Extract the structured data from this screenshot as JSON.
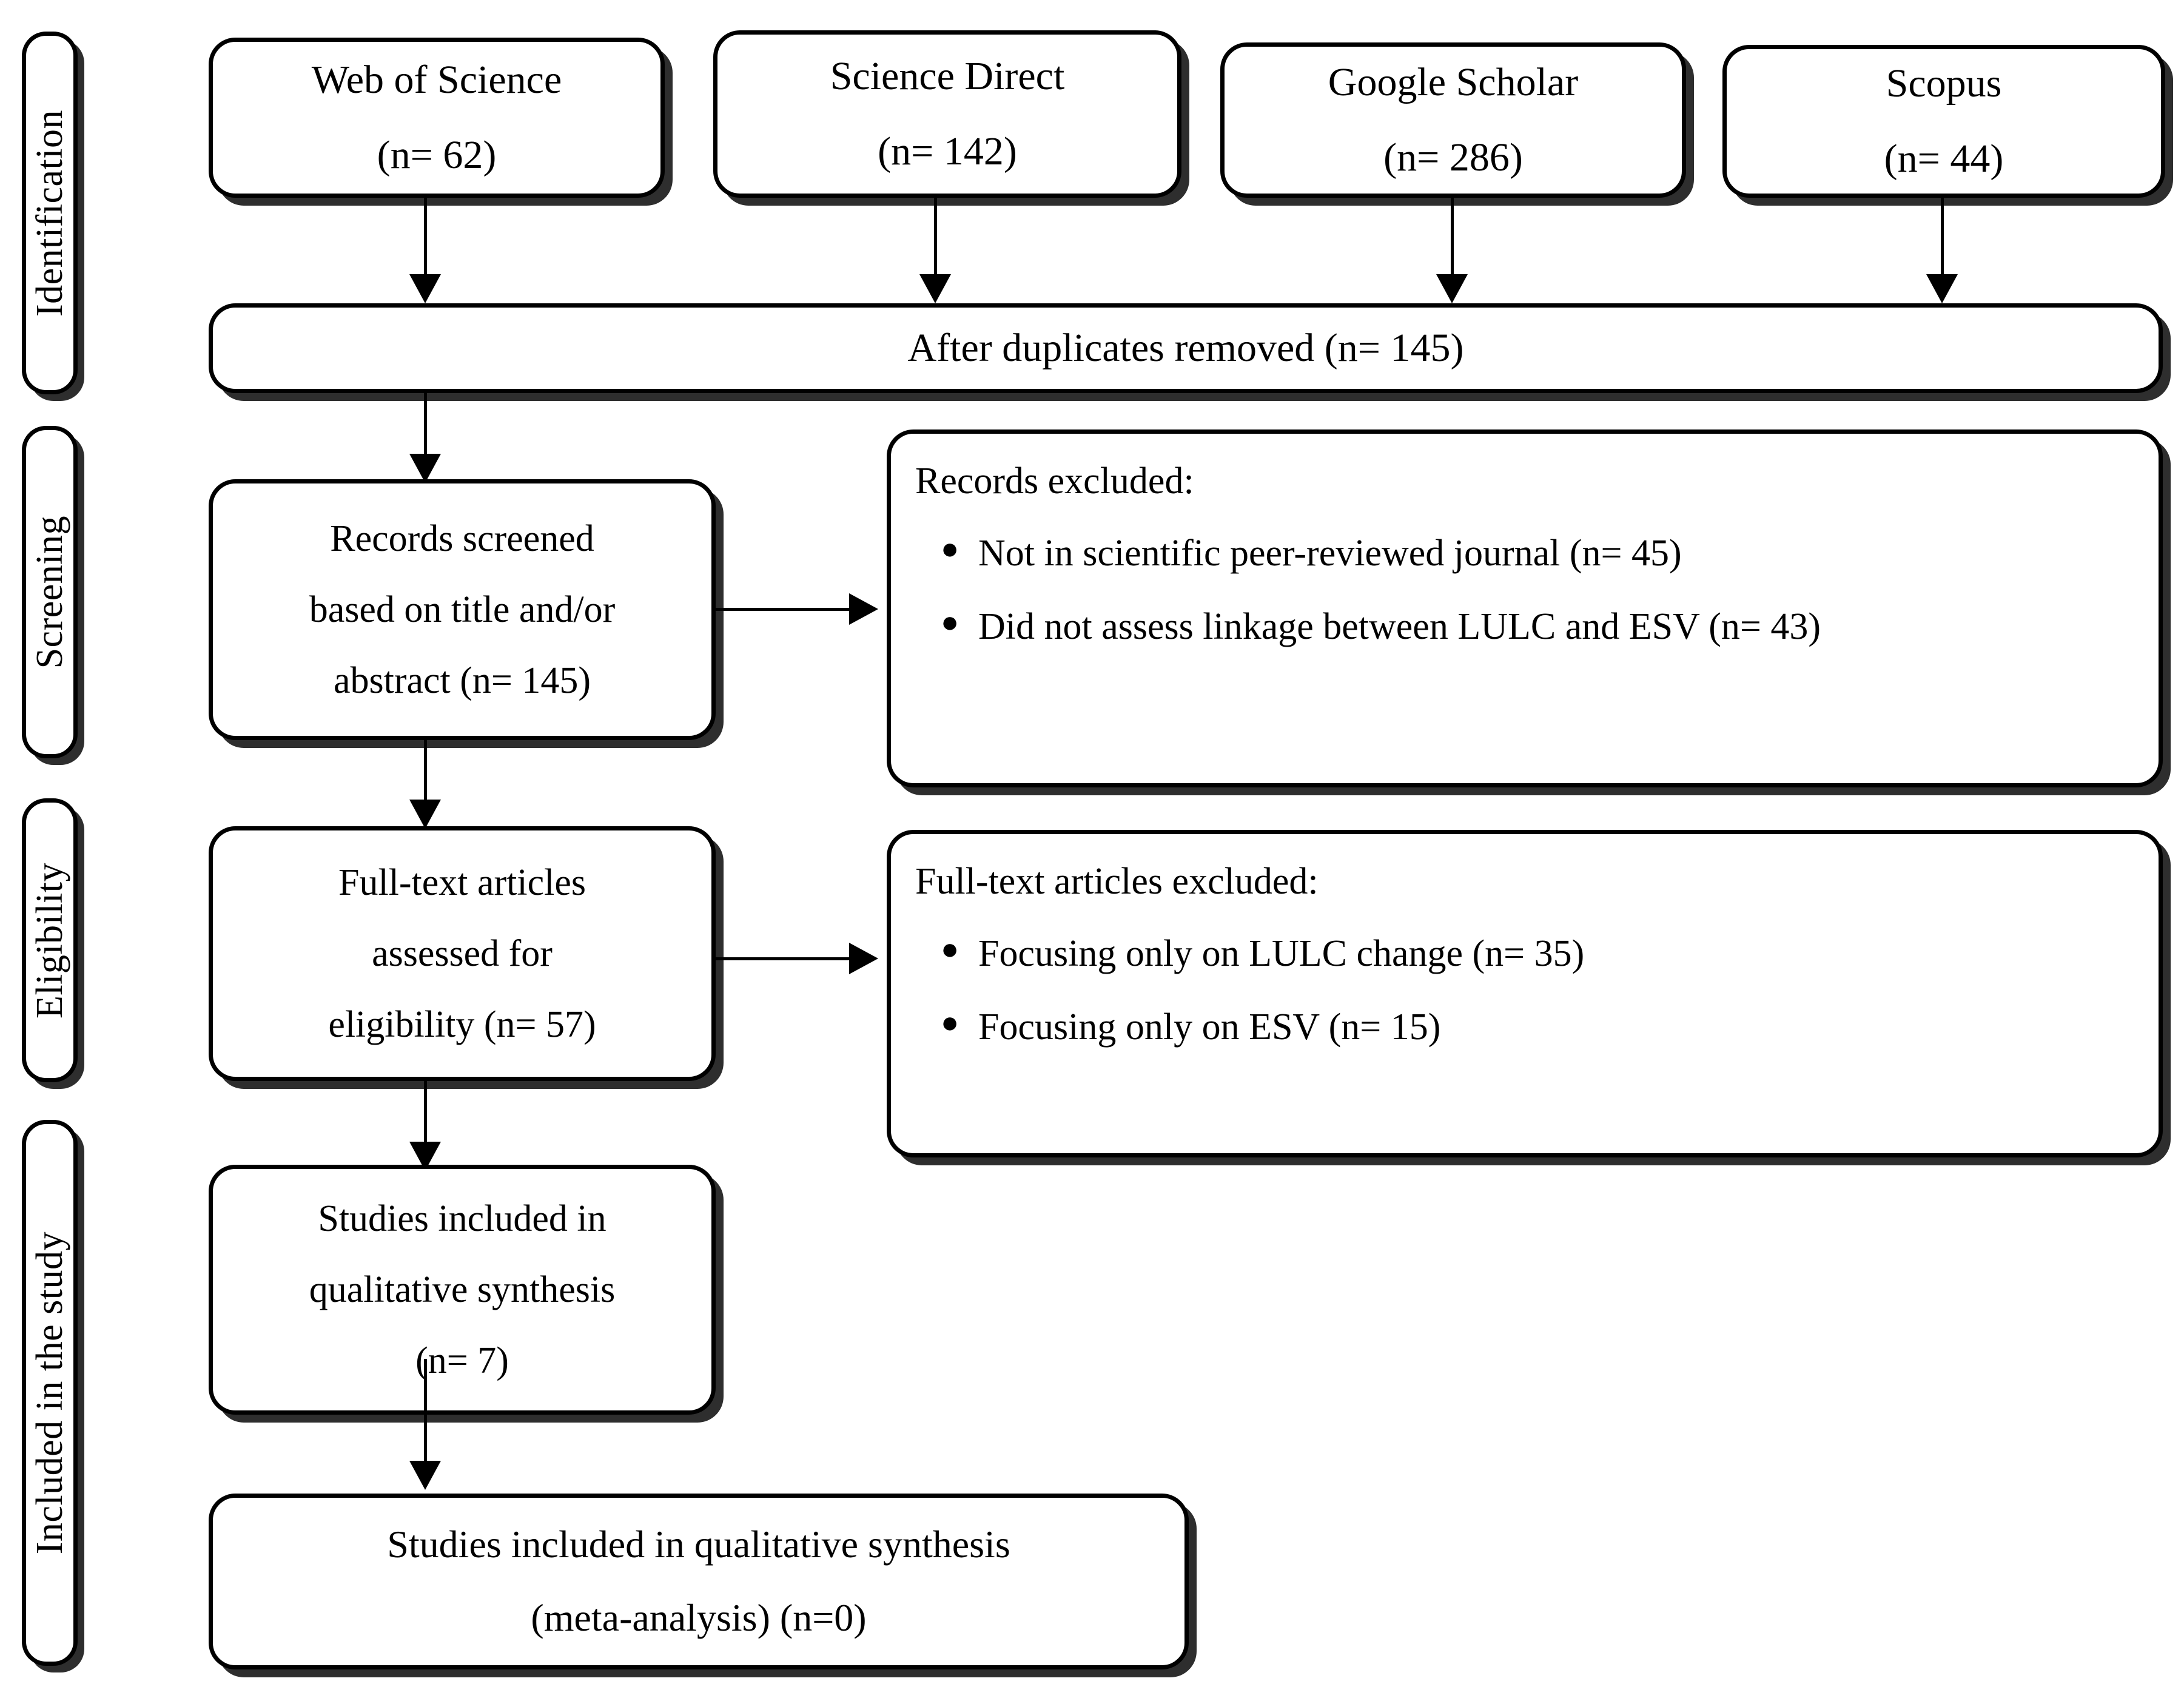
{
  "diagram": {
    "title": "PRISMA flow diagram of literature selection",
    "type": "prisma-flow-diagram",
    "accent_color": "#000000",
    "background_color": "#ffffff"
  },
  "stages": [
    {
      "id": "identification",
      "label": "Identification"
    },
    {
      "id": "screening",
      "label": "Screening"
    },
    {
      "id": "eligibility",
      "label": "Eligibility"
    },
    {
      "id": "included",
      "label": "Included in the study"
    }
  ],
  "sources": [
    {
      "id": "web-of-science",
      "name": "Web of Science",
      "count": "(n= 62)"
    },
    {
      "id": "science-direct",
      "name": "Science Direct",
      "count": "(n= 142)"
    },
    {
      "id": "google-scholar",
      "name": "Google Scholar",
      "count": "(n= 286)"
    },
    {
      "id": "scopus",
      "name": "Scopus",
      "count": "(n= 44)"
    }
  ],
  "duplicates": {
    "label": "After duplicates removed (n= 145)"
  },
  "screened": {
    "line1": "Records screened",
    "line2": "based on title and/or",
    "line3": "abstract (n= 145)"
  },
  "records_excluded": {
    "heading": "Records excluded:",
    "items": [
      "Not in scientific peer-reviewed journal (n= 45)",
      "Did not assess linkage between LULC and ESV (n= 43)"
    ]
  },
  "fulltext_assessed": {
    "line1": "Full-text articles",
    "line2": "assessed for",
    "line3": "eligibility (n= 57)"
  },
  "fulltext_excluded": {
    "heading": "Full-text articles excluded:",
    "items": [
      "Focusing only on LULC change (n= 35)",
      "Focusing only on ESV (n= 15)"
    ]
  },
  "qualitative_synthesis": {
    "line1": "Studies included in",
    "line2": "qualitative synthesis",
    "line3": "(n= 7)"
  },
  "meta_analysis": {
    "line1": "Studies included in qualitative synthesis",
    "line2": "(meta-analysis) (n=0)"
  },
  "icons": {
    "bullet": "●"
  }
}
